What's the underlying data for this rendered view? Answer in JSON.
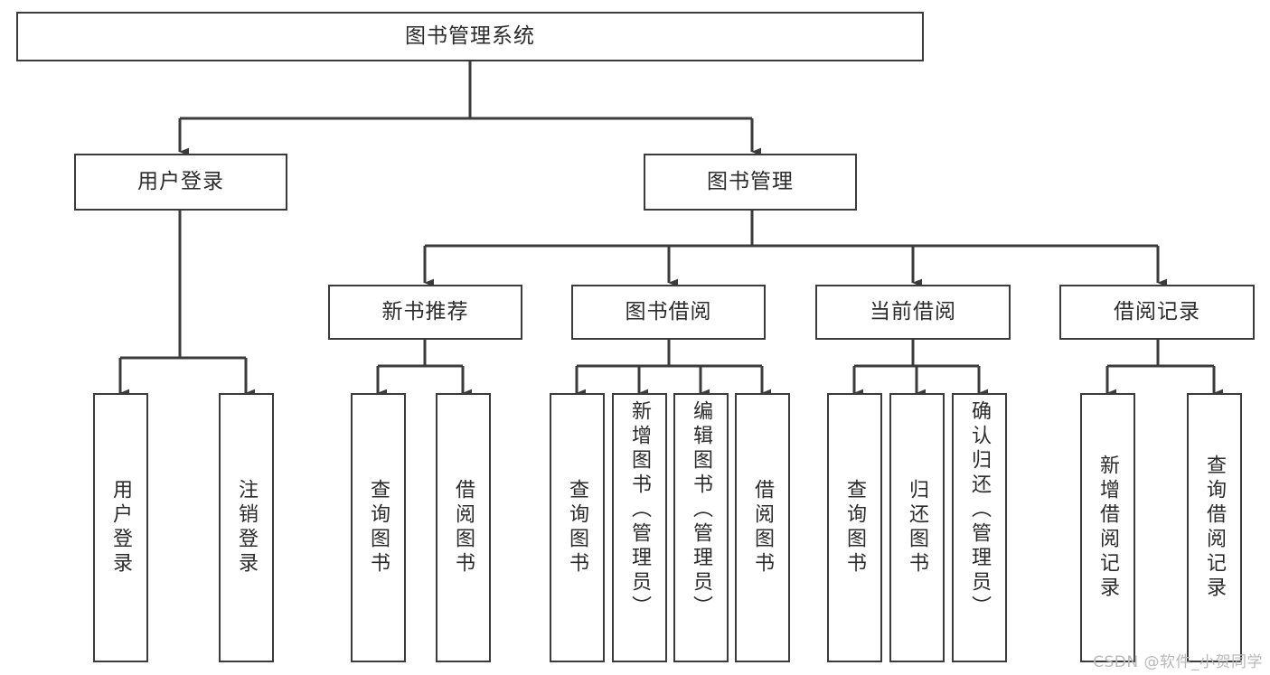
{
  "diagram": {
    "type": "hierarchy-tree",
    "title": "图书管理系统",
    "background_color": "#ffffff",
    "line_color": "#3b3b3b",
    "text_color": "#2b2b2b",
    "watermark": "CSDN @软件_小贺同学",
    "levels": {
      "root": {
        "label": "图书管理系统"
      },
      "level2": [
        {
          "id": "user-login",
          "label": "用户登录"
        },
        {
          "id": "book-manage",
          "label": "图书管理"
        }
      ],
      "level3": [
        {
          "id": "new-book-recommend",
          "label": "新书推荐",
          "parent": "book-manage"
        },
        {
          "id": "book-borrow",
          "label": "图书借阅",
          "parent": "book-manage"
        },
        {
          "id": "current-borrow",
          "label": "当前借阅",
          "parent": "book-manage"
        },
        {
          "id": "borrow-record",
          "label": "借阅记录",
          "parent": "book-manage"
        }
      ],
      "leaves": [
        {
          "id": "leaf-user-login",
          "label": "用户登录",
          "parent": "user-login"
        },
        {
          "id": "leaf-user-logout",
          "label": "注销登录",
          "parent": "user-login"
        },
        {
          "id": "leaf-query-book-1",
          "label": "查询图书",
          "parent": "new-book-recommend"
        },
        {
          "id": "leaf-borrow-book-1",
          "label": "借阅图书",
          "parent": "new-book-recommend"
        },
        {
          "id": "leaf-query-book-2",
          "label": "查询图书",
          "parent": "book-borrow"
        },
        {
          "id": "leaf-add-book",
          "label": "新增图书（管理员）",
          "parent": "book-borrow"
        },
        {
          "id": "leaf-edit-book",
          "label": "编辑图书（管理员）",
          "parent": "book-borrow"
        },
        {
          "id": "leaf-borrow-book-2",
          "label": "借阅图书",
          "parent": "book-borrow"
        },
        {
          "id": "leaf-query-book-3",
          "label": "查询图书",
          "parent": "current-borrow"
        },
        {
          "id": "leaf-return-book",
          "label": "归还图书",
          "parent": "current-borrow"
        },
        {
          "id": "leaf-confirm-return",
          "label": "确认归还（管理员）",
          "parent": "current-borrow"
        },
        {
          "id": "leaf-add-record",
          "label": "新增借阅记录",
          "parent": "borrow-record"
        },
        {
          "id": "leaf-query-record",
          "label": "查询借阅记录",
          "parent": "borrow-record"
        }
      ]
    }
  }
}
